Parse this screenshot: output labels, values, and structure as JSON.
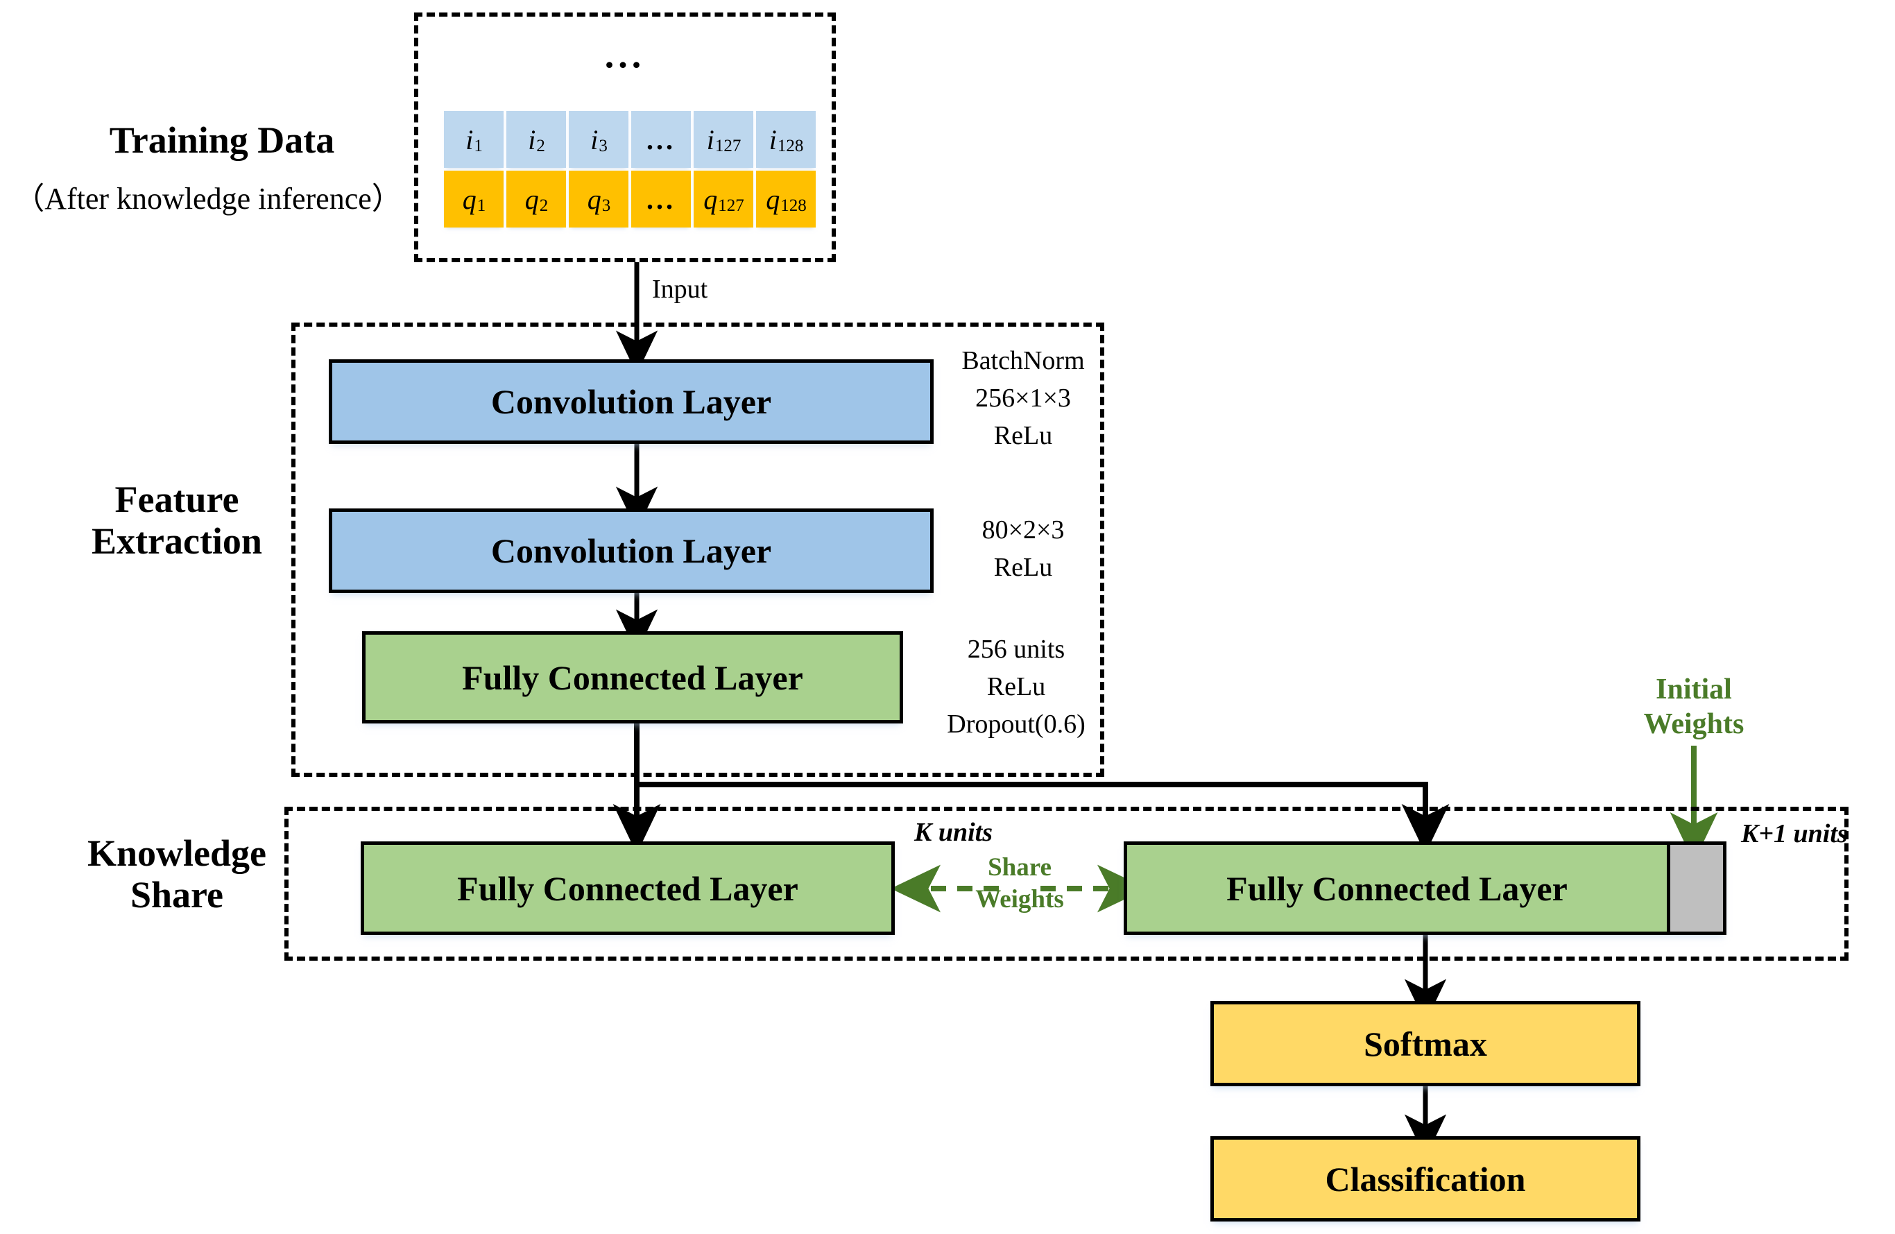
{
  "figure": {
    "type": "neural-network-architecture-diagram",
    "sections": [
      {
        "label": "Training Data",
        "sublabel": "（After knowledge inference）"
      },
      {
        "label": "Feature\nExtraction"
      },
      {
        "label": "Knowledge\nShare"
      }
    ]
  },
  "training_data": {
    "title": "Training Data",
    "subtitle": "（After knowledge inference）",
    "ellipsis": "...",
    "rows": [
      {
        "name": "i-row",
        "color": "#BDD7EE",
        "cells": [
          {
            "base": "i",
            "sub": "1"
          },
          {
            "base": "i",
            "sub": "2"
          },
          {
            "base": "i",
            "sub": "3"
          },
          {
            "base": "...",
            "sub": ""
          },
          {
            "base": "i",
            "sub": "127"
          },
          {
            "base": "i",
            "sub": "128"
          }
        ]
      },
      {
        "name": "q-row",
        "color": "#FFC000",
        "cells": [
          {
            "base": "q",
            "sub": "1"
          },
          {
            "base": "q",
            "sub": "2"
          },
          {
            "base": "q",
            "sub": "3"
          },
          {
            "base": "...",
            "sub": ""
          },
          {
            "base": "q",
            "sub": "127"
          },
          {
            "base": "q",
            "sub": "128"
          }
        ]
      }
    ]
  },
  "edges": {
    "input_label": "Input"
  },
  "feature_extraction": {
    "label": "Feature\nExtraction",
    "layers": [
      {
        "name": "conv-1",
        "title": "Convolution Layer",
        "color": "#9FC5E8",
        "annotation": "BatchNorm\n256×1×3\nReLu"
      },
      {
        "name": "conv-2",
        "title": "Convolution Layer",
        "color": "#9FC5E8",
        "annotation": "80×2×3\nReLu"
      },
      {
        "name": "fc-1",
        "title": "Fully Connected Layer",
        "color": "#A9D18E",
        "annotation": "256 units\nReLu\nDropout(0.6)"
      }
    ]
  },
  "knowledge_share": {
    "label": "Knowledge\nShare",
    "left_layer": {
      "title": "Fully Connected Layer",
      "units_label": "K units",
      "color": "#A9D18E"
    },
    "right_layer": {
      "title": "Fully Connected Layer",
      "units_label": "K+1 units",
      "color": "#A9D18E",
      "extra_unit_color": "#BFBFBF"
    },
    "share_label": "Share\nWeights",
    "initial_weights_label": "Initial\nWeights",
    "accent_color": "#4A7B28"
  },
  "output": {
    "blocks": [
      {
        "name": "softmax",
        "title": "Softmax",
        "color": "#FFD966"
      },
      {
        "name": "classification",
        "title": "Classification",
        "color": "#FFD966"
      }
    ]
  }
}
